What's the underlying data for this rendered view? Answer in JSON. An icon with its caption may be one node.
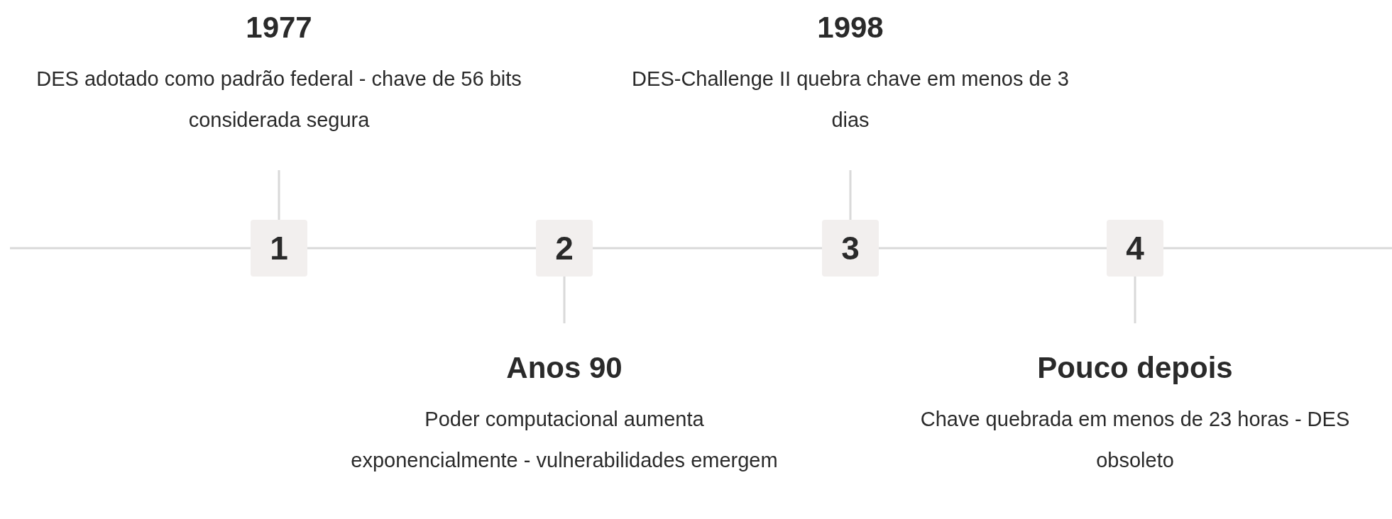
{
  "diagram": {
    "nodes": [
      {
        "text": [
          "1977",
          "DES adotado como padrão federal - chave de 56 bits considerada segura"
        ]
      },
      {
        "text": [
          "1"
        ]
      },
      {
        "text": [
          "2"
        ]
      },
      {
        "text": [
          "Anos 90",
          "Poder computacional aumenta exponencialmente - vulnerabilidades emergem"
        ]
      },
      {
        "text": [
          "1998",
          "DES-Challenge II quebra chave em menos de 3 dias"
        ]
      },
      {
        "text": [
          "3"
        ]
      },
      {
        "text": [
          "4"
        ]
      },
      {
        "text": [
          "Pouco depois",
          "Chave quebrada em menos de 23 horas - DES obsoleto"
        ]
      }
    ],
    "edges": [
      {
        "from": 0,
        "to": 1,
        "arrow": "none"
      },
      {
        "from": 3,
        "to": 2,
        "arrow": "none"
      },
      {
        "from": 4,
        "to": 5,
        "arrow": "none"
      },
      {
        "from": 7,
        "to": 6,
        "arrow": "none"
      },
      {
        "from": null,
        "to": 1,
        "arrow": "none"
      },
      {
        "from": 1,
        "to": 2,
        "arrow": "none"
      },
      {
        "from": 2,
        "to": 5,
        "arrow": "none"
      },
      {
        "from": 5,
        "to": 6,
        "arrow": "none"
      },
      {
        "from": 6,
        "to": null,
        "arrow": "none"
      }
    ]
  }
}
